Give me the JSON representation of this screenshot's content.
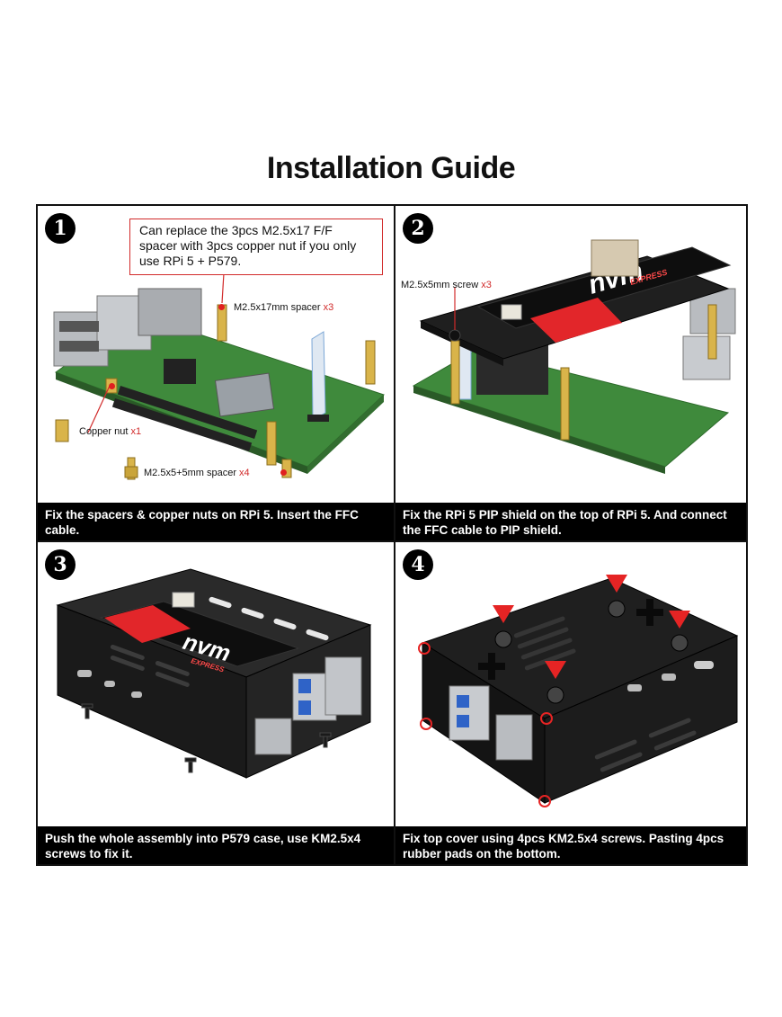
{
  "page": {
    "title": "Installation Guide"
  },
  "steps": [
    {
      "number": "1",
      "caption": "Fix the spacers & copper nuts on RPi 5. Insert the FFC cable.",
      "note": "Can replace the 3pcs M2.5x17 F/F spacer with 3pcs copper nut if you only use RPi 5 + P579.",
      "labels": [
        {
          "text": "M2.5x17mm spacer",
          "qty": "x3"
        },
        {
          "text": "Copper nut",
          "qty": "x1"
        },
        {
          "text": "M2.5x5+5mm spacer",
          "qty": "x4"
        }
      ]
    },
    {
      "number": "2",
      "caption": "Fix the RPi 5 PIP shield on the top of RPi 5. And connect the FFC cable to PIP shield.",
      "labels": [
        {
          "text": "M2.5x5mm screw",
          "qty": "x3"
        }
      ],
      "card_logo": "nvm",
      "card_sub": "EXPRESS"
    },
    {
      "number": "3",
      "caption": "Push the whole assembly into P579 case, use KM2.5x4 screws to fix it.",
      "card_logo": "nvm",
      "card_sub": "EXPRESS"
    },
    {
      "number": "4",
      "caption": "Fix top cover using 4pcs KM2.5x4 screws. Pasting 4pcs rubber pads on the bottom."
    }
  ],
  "colors": {
    "accent_red": "#d12a2a",
    "caption_bg": "#000000",
    "pcb_green": "#3f8a3c",
    "case_black": "#1a1a1a"
  }
}
